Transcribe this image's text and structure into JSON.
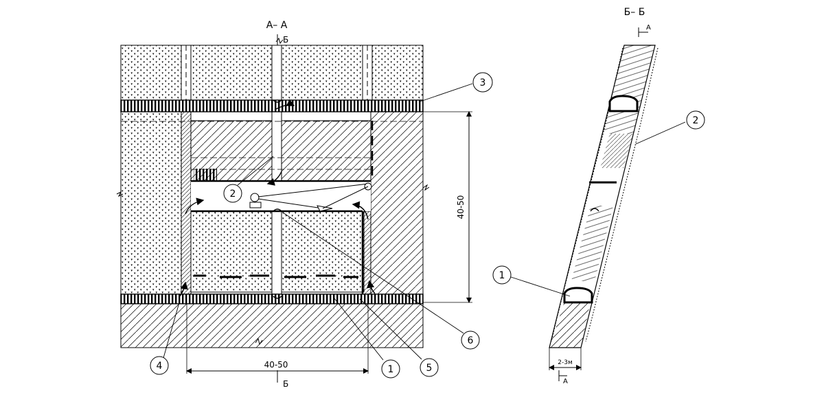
{
  "section_main": "А– А",
  "section_side": "Б– Б",
  "cut_top": "Б",
  "cut_bottom": "Б",
  "side_cut_top": "А",
  "side_cut_bottom": "А",
  "dim_width": "40-50",
  "dim_height": "40-50",
  "dim_side": "2-3м",
  "callouts": {
    "c1": "1",
    "c2": "2",
    "c3": "3",
    "c4": "4",
    "c5": "5",
    "c6": "6",
    "s1": "1",
    "s2": "2"
  },
  "colors": {
    "line": "#000000",
    "background": "#ffffff"
  }
}
